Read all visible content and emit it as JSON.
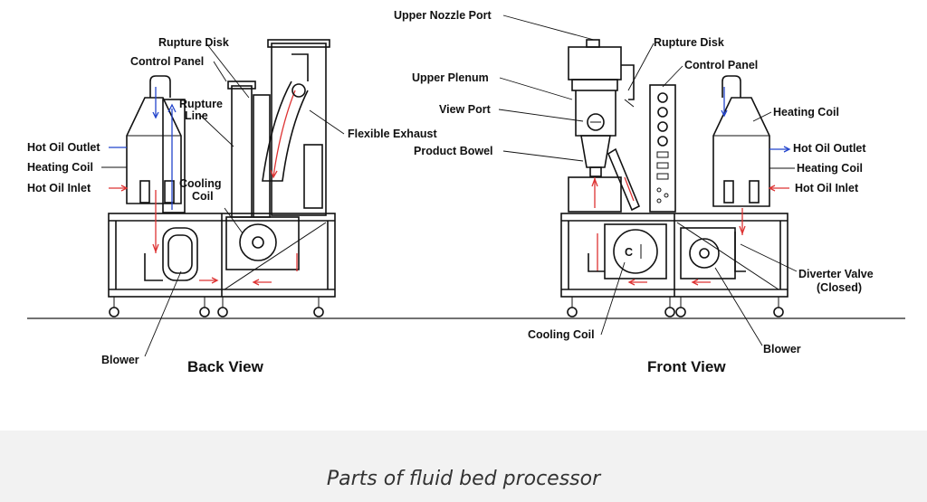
{
  "diagram": {
    "back_view": {
      "title": "Back View",
      "labels": {
        "rupture_disk": "Rupture Disk",
        "control_panel": "Control Panel",
        "rupture_line_1": "Rupture",
        "rupture_line_2": "Line",
        "flexible_exhaust": "Flexible Exhaust",
        "hot_oil_outlet": "Hot Oil Outlet",
        "heating_coil": "Heating Coil",
        "hot_oil_inlet": "Hot Oil Inlet",
        "cooling_coil_1": "Cooling",
        "cooling_coil_2": "Coil",
        "blower": "Blower"
      }
    },
    "front_view": {
      "title": "Front View",
      "labels": {
        "upper_nozzle_port": "Upper Nozzle Port",
        "rupture_disk": "Rupture Disk",
        "upper_plenum": "Upper Plenum",
        "control_panel": "Control Panel",
        "view_port": "View Port",
        "heating_coil_top": "Heating Coil",
        "product_bowel": "Product Bowel",
        "hot_oil_outlet": "Hot Oil Outlet",
        "heating_coil": "Heating Coil",
        "hot_oil_inlet": "Hot Oil Inlet",
        "diverter_valve_1": "Diverter Valve",
        "diverter_valve_2": "(Closed)",
        "cooling_coil": "Cooling Coil",
        "blower": "Blower"
      }
    }
  },
  "caption": "Parts of fluid bed processor"
}
